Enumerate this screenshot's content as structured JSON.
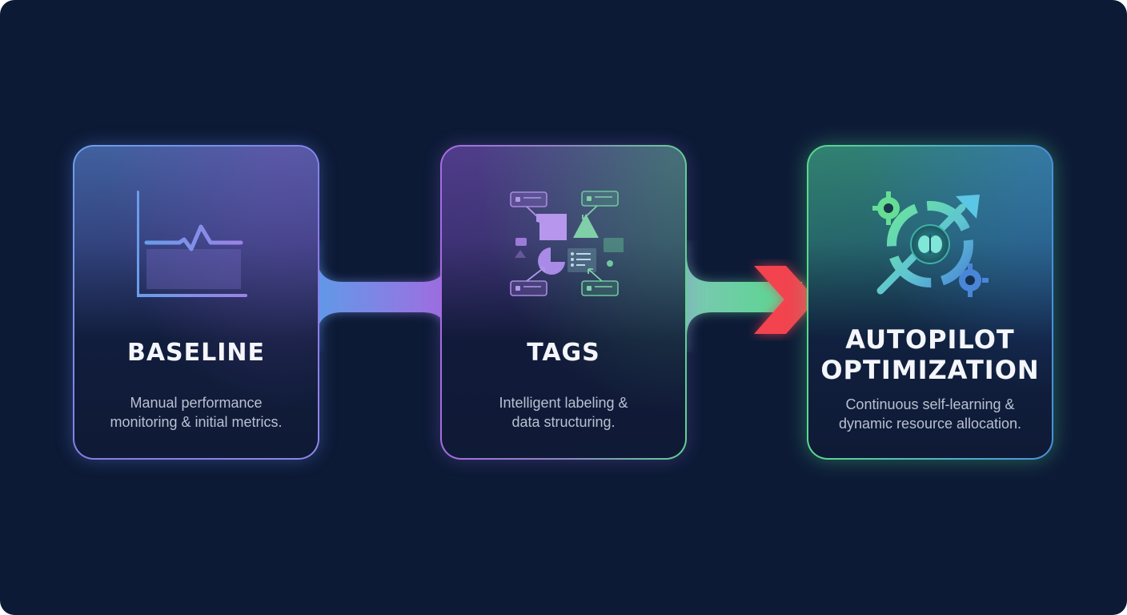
{
  "colors": {
    "background": "#0d1a36",
    "baseline_accent": "#6a9bea",
    "tags_accent": "#a06ce0",
    "autopilot_accent": "#5ad48a",
    "arrow_red": "#f2434f",
    "title_text": "#f4f6fb",
    "desc_text": "#b9c0d0"
  },
  "steps": [
    {
      "title": "BASELINE",
      "description_line1": "Manual performance",
      "description_line2": "monitoring & initial metrics.",
      "icon": "line-chart-icon"
    },
    {
      "title": "TAGS",
      "description_line1": "Intelligent labeling &",
      "description_line2": "data structuring.",
      "icon": "tagged-shapes-icon"
    },
    {
      "title_line1": "AUTOPILOT",
      "title_line2": "OPTIMIZATION",
      "description_line1": "Continuous self-learning &",
      "description_line2": "dynamic resource allocation.",
      "icon": "brain-gear-cycle-icon"
    }
  ],
  "connectors": [
    {
      "from": "BASELINE",
      "to": "TAGS",
      "style": "bridge"
    },
    {
      "from": "TAGS",
      "to": "AUTOPILOT OPTIMIZATION",
      "style": "arrow",
      "arrow_icon": "chevron-right-icon"
    }
  ]
}
